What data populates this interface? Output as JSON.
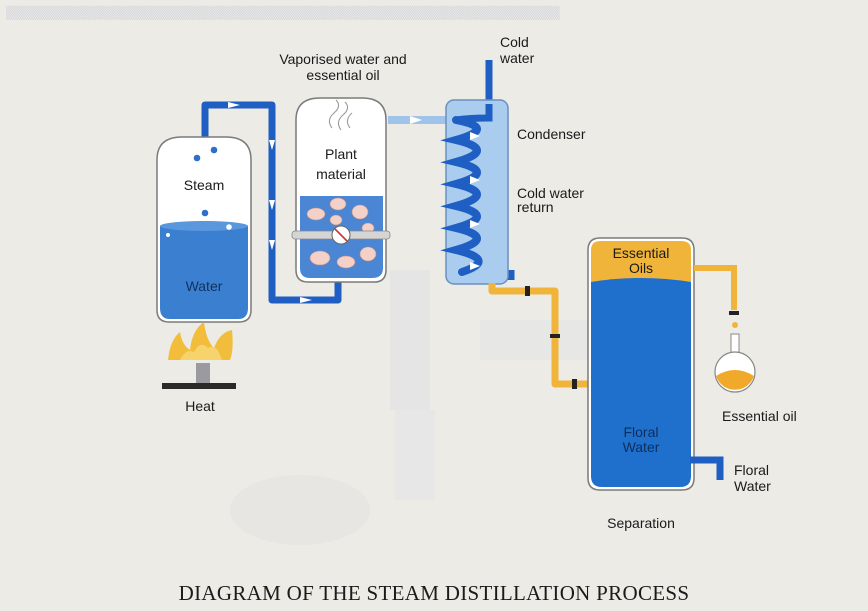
{
  "title": "DIAGRAM OF THE STEAM DISTILLATION PROCESS",
  "labels": {
    "vaporised": "Vaporised water and",
    "vaporised2": "essential oil",
    "cold_water": "Cold",
    "cold_water2": "water",
    "condenser": "Condenser",
    "cold_return": "Cold water",
    "cold_return2": "return",
    "steam": "Steam",
    "water": "Water",
    "plant": "Plant",
    "plant2": "material",
    "heat": "Heat",
    "essential_oils": "Essential",
    "essential_oils2": "Oils",
    "floral_inside": "Floral",
    "floral_inside2": "Water",
    "floral_out": "Floral",
    "floral_out2": "Water",
    "essential_oil": "Essential oil",
    "separation": "Separation"
  },
  "colors": {
    "pipe_blue": "#1f5fc4",
    "pipe_orange": "#f0b43a",
    "water_blue": "#3b7fd0",
    "vessel_fill": "#ffffff",
    "flame": "#f2bd3a"
  }
}
